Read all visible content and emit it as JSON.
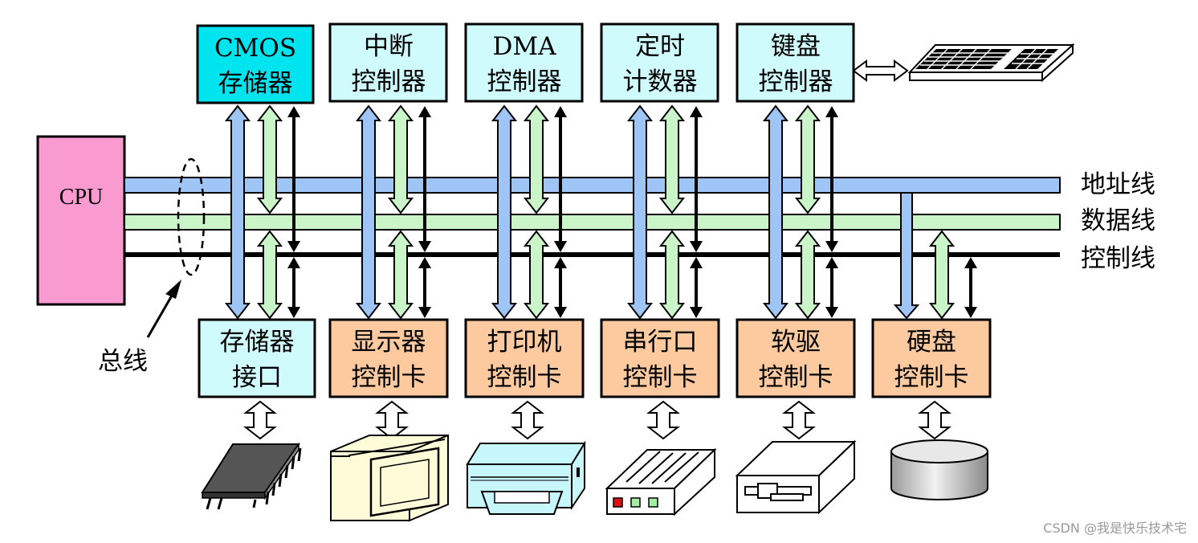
{
  "cpu": {
    "label": "CPU",
    "color": "#f99ad0"
  },
  "buses": [
    {
      "id": "address",
      "label": "地址线",
      "color": "#9ec5f6"
    },
    {
      "id": "data",
      "label": "数据线",
      "color": "#c9f5c8"
    },
    {
      "id": "control",
      "label": "控制线",
      "color": "#000000"
    }
  ],
  "bus_annotation": "总线",
  "top_modules": [
    {
      "line1": "CMOS",
      "line2": "存储器",
      "color": "#00e4f0"
    },
    {
      "line1": "中断",
      "line2": "控制器",
      "color": "#cffbfc"
    },
    {
      "line1": "DMA",
      "line2": "控制器",
      "color": "#cffbfc"
    },
    {
      "line1": "定时",
      "line2": "计数器",
      "color": "#cffbfc"
    },
    {
      "line1": "键盘",
      "line2": "控制器",
      "color": "#cffbfc"
    }
  ],
  "bottom_modules": [
    {
      "line1": "存储器",
      "line2": "接口",
      "color": "#cffbfc",
      "device_icon": "memory-chip-icon"
    },
    {
      "line1": "显示器",
      "line2": "控制卡",
      "color": "#fdc99f",
      "device_icon": "monitor-icon"
    },
    {
      "line1": "打印机",
      "line2": "控制卡",
      "color": "#fdc99f",
      "device_icon": "printer-icon"
    },
    {
      "line1": "串行口",
      "line2": "控制卡",
      "color": "#fdc99f",
      "device_icon": "modem-icon"
    },
    {
      "line1": "软驱",
      "line2": "控制卡",
      "color": "#fdc99f",
      "device_icon": "floppy-drive-icon"
    },
    {
      "line1": "硬盘",
      "line2": "控制卡",
      "color": "#fdc99f",
      "device_icon": "hard-disk-icon"
    }
  ],
  "keyboard": {
    "device_icon": "keyboard-icon"
  },
  "watermark": "CSDN @我是快乐技术宅"
}
